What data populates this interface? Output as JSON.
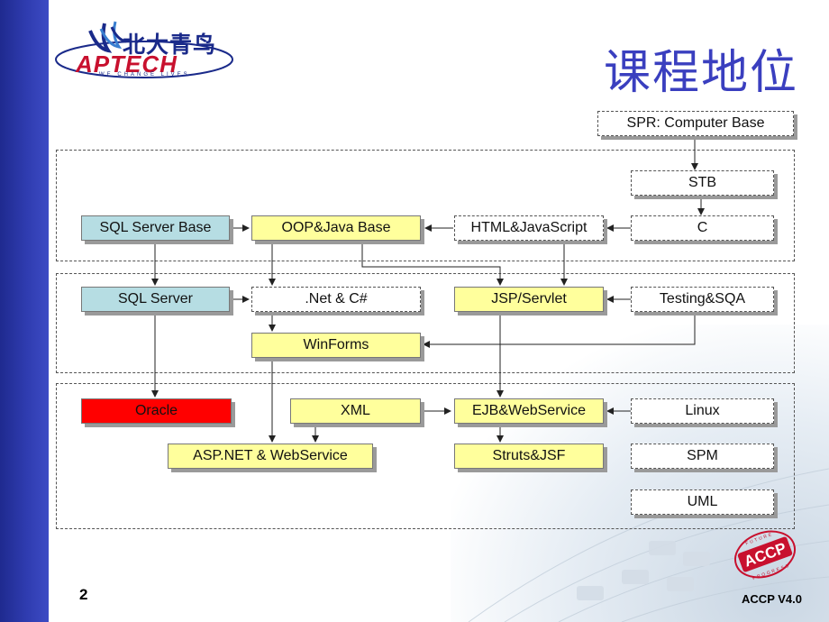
{
  "title": "课程地位",
  "logo": {
    "cn": "北大青鸟",
    "en": "APTECH",
    "tagline": "WE CHANGE LIVES"
  },
  "page_number": "2",
  "footer": "ACCP  V4.0",
  "stamp": {
    "text": "ACCP",
    "ring_top": "FUTURE",
    "ring_bottom": "PROGRESS"
  },
  "nodes": {
    "spr": "SPR: Computer Base",
    "stb": "STB",
    "c": "C",
    "html_js": "HTML&JavaScript",
    "oop_java": "OOP&Java Base",
    "sql_base": "SQL Server Base",
    "sql_server": "SQL Server",
    "net_csharp": ".Net & C#",
    "jsp_servlet": "JSP/Servlet",
    "testing_sqa": "Testing&SQA",
    "winforms": "WinForms",
    "oracle": "Oracle",
    "xml": "XML",
    "ejb_ws": "EJB&WebService",
    "linux": "Linux",
    "aspnet_ws": "ASP.NET & WebService",
    "struts_jsf": "Struts&JSF",
    "spm": "SPM",
    "uml": "UML"
  },
  "colors": {
    "blue_fill": "#b6dde3",
    "yellow_fill": "#ffff9c",
    "red_fill": "#ff0000",
    "title": "#3a3fbf",
    "sidebar": "#2f3cb0"
  }
}
